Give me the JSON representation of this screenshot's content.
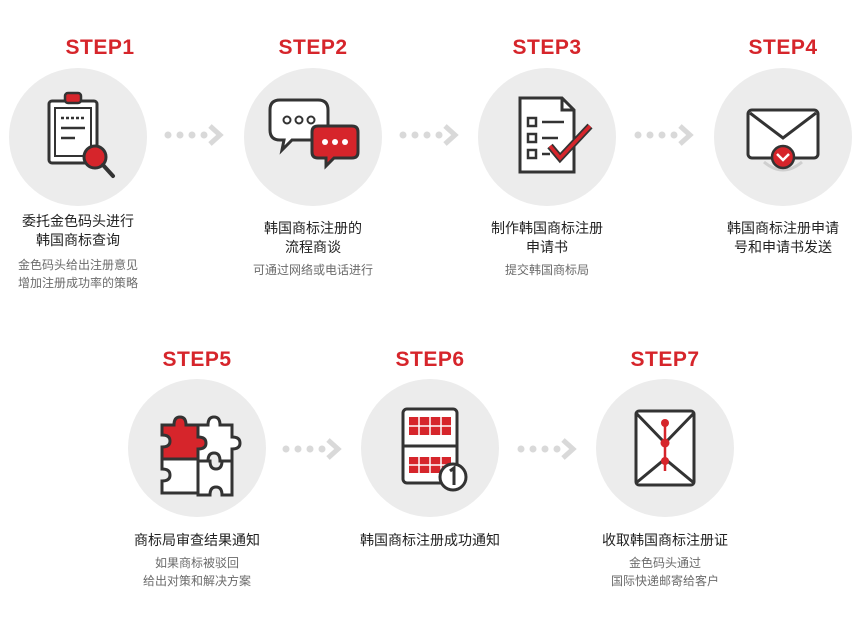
{
  "colors": {
    "accent": "#d6252b",
    "icon_stroke": "#333333",
    "circle_bg": "#ececec"
  },
  "steps": [
    {
      "label": "STEP1",
      "icon": "clipboard-search-icon",
      "title": [
        "委托金色码头进行",
        "韩国商标查询"
      ],
      "desc": [
        "金色码头给出注册意见",
        "增加注册成功率的策略"
      ]
    },
    {
      "label": "STEP2",
      "icon": "chat-bubbles-icon",
      "title": [
        "韩国商标注册的",
        "流程商谈"
      ],
      "desc": [
        "可通过网络或电话进行"
      ]
    },
    {
      "label": "STEP3",
      "icon": "document-check-icon",
      "title": [
        "制作韩国商标注册",
        "申请书"
      ],
      "desc": [
        "提交韩国商标局"
      ]
    },
    {
      "label": "STEP4",
      "icon": "envelope-icon",
      "title": [
        "韩国商标注册申请",
        "号和申请书发送"
      ],
      "desc": []
    },
    {
      "label": "STEP5",
      "icon": "puzzle-icon",
      "title": [
        "商标局审查结果通知"
      ],
      "desc": [
        "如果商标被驳回",
        "给出对策和解决方案"
      ]
    },
    {
      "label": "STEP6",
      "icon": "calendar-icon",
      "title": [
        "韩国商标注册成功通知"
      ],
      "desc": []
    },
    {
      "label": "STEP7",
      "icon": "sealed-envelope-icon",
      "title": [
        "收取韩国商标注册证"
      ],
      "desc": [
        "金色码头通过",
        "国际快递邮寄给客户"
      ]
    }
  ]
}
